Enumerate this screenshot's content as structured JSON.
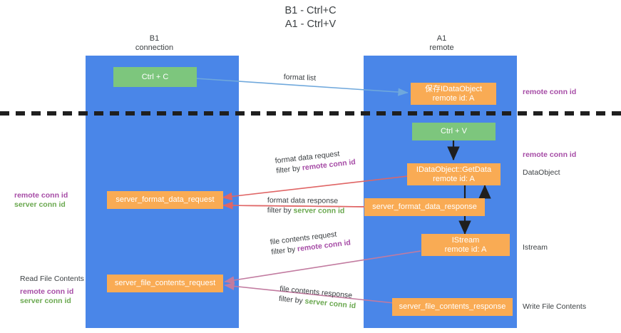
{
  "title": {
    "line1": "B1 - Ctrl+C",
    "line2": "A1 - Ctrl+V"
  },
  "columns": [
    {
      "name": "B1",
      "sub": "connection"
    },
    {
      "name": "A1",
      "sub": "remote"
    }
  ],
  "nodes": {
    "ctrl_c": "Ctrl + C",
    "ctrl_v": "Ctrl + V",
    "idataobject_title": "保存IDataObject",
    "idataobject_sub": "remote id: A",
    "getdata_title": "IDataObject::GetData",
    "getdata_sub": "remote id: A",
    "istream_title": "IStream",
    "istream_sub": "remote id: A",
    "server_format_data_request": "server_format_data_request",
    "server_format_data_response": "server_format_data_response",
    "server_file_contents_request": "server_file_contents_request",
    "server_file_contents_response": "server_file_contents_response"
  },
  "edges": {
    "format_list": "format list",
    "format_data_request": "format data request",
    "filter_by_1": "filter by ",
    "filter_by_1_key": "remote conn id",
    "format_data_response": "format data response",
    "filter_by_2": "filter by ",
    "filter_by_2_key": "server conn id",
    "file_contents_request": "file contents request",
    "filter_by_3": "filter by ",
    "filter_by_3_key": "remote conn id",
    "file_contents_response": "file contents response",
    "filter_by_4": "filter by ",
    "filter_by_4_key": "server conn id"
  },
  "notes": {
    "remote_conn_id_top": "remote conn id",
    "remote_conn_id_mid": "remote conn id",
    "dataobject": "DataObject",
    "istream": "Istream",
    "write_file_contents": "Write File Contents",
    "read_file_contents": "Read File Contents",
    "left_mid_purple": "remote conn id",
    "left_mid_green": "server conn id",
    "left_low_purple": "remote conn id",
    "left_low_green": "server conn id"
  },
  "colors": {
    "lane": "#4a86e8",
    "orange": "#f9ab54",
    "green": "#7dc67d",
    "purple": "#a64ca6",
    "green_text": "#6aa84f",
    "arrow_blue": "#6fa8dc",
    "arrow_red": "#e06666",
    "arrow_magenta": "#c27ba0",
    "arrow_black": "#1f1f1f"
  }
}
